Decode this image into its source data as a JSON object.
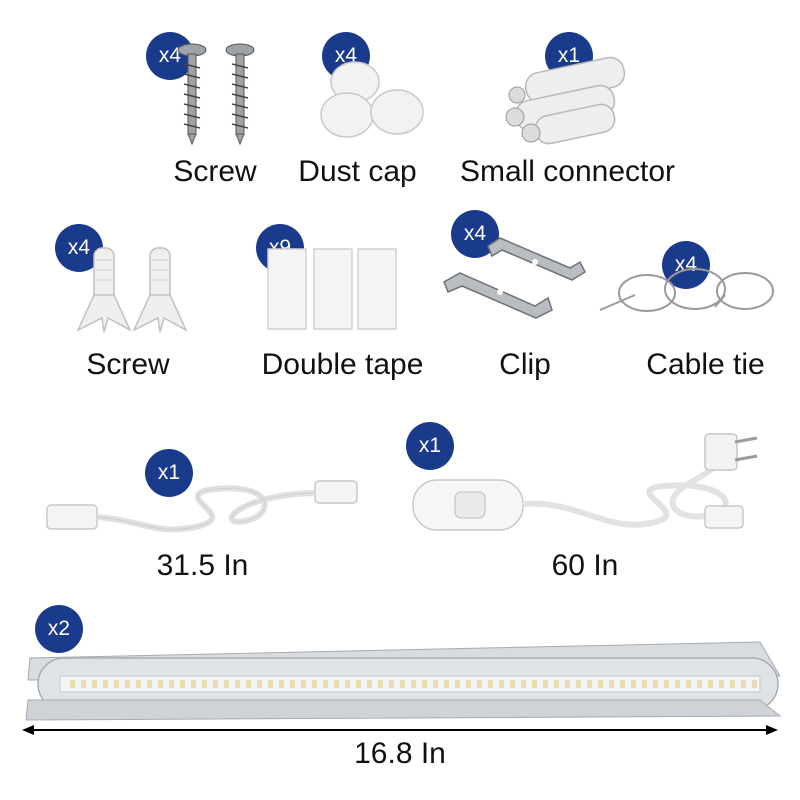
{
  "items": {
    "screw_a": {
      "qty": "x4",
      "label": "Screw"
    },
    "dust_cap": {
      "qty": "x4",
      "label": "Dust cap"
    },
    "small_connector": {
      "qty": "x1",
      "label": "Small connector"
    },
    "screw_b": {
      "qty": "x4",
      "label": "Screw"
    },
    "double_tape": {
      "qty": "x9",
      "label": "Double tape"
    },
    "clip": {
      "qty": "x4",
      "label": "Clip"
    },
    "cable_tie": {
      "qty": "x4",
      "label": "Cable tie"
    },
    "short_cable": {
      "qty": "x1",
      "label": "31.5 In"
    },
    "power_cord": {
      "qty": "x1",
      "label": "60 In"
    },
    "light_bar": {
      "qty": "x2",
      "label": "16.8 In"
    }
  },
  "colors": {
    "badge": "#1a3a8c",
    "text": "#111111"
  }
}
